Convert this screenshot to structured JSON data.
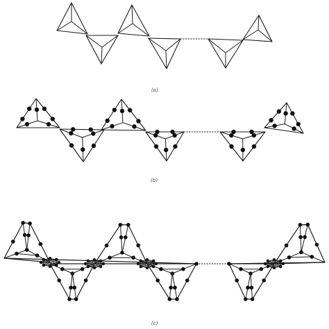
{
  "captions": {
    "a": "(a)",
    "b": "(b)",
    "c": "(c)"
  },
  "colors": {
    "stroke": "#1a1a1a",
    "vertex": "#111111",
    "background": "#ffffff"
  }
}
